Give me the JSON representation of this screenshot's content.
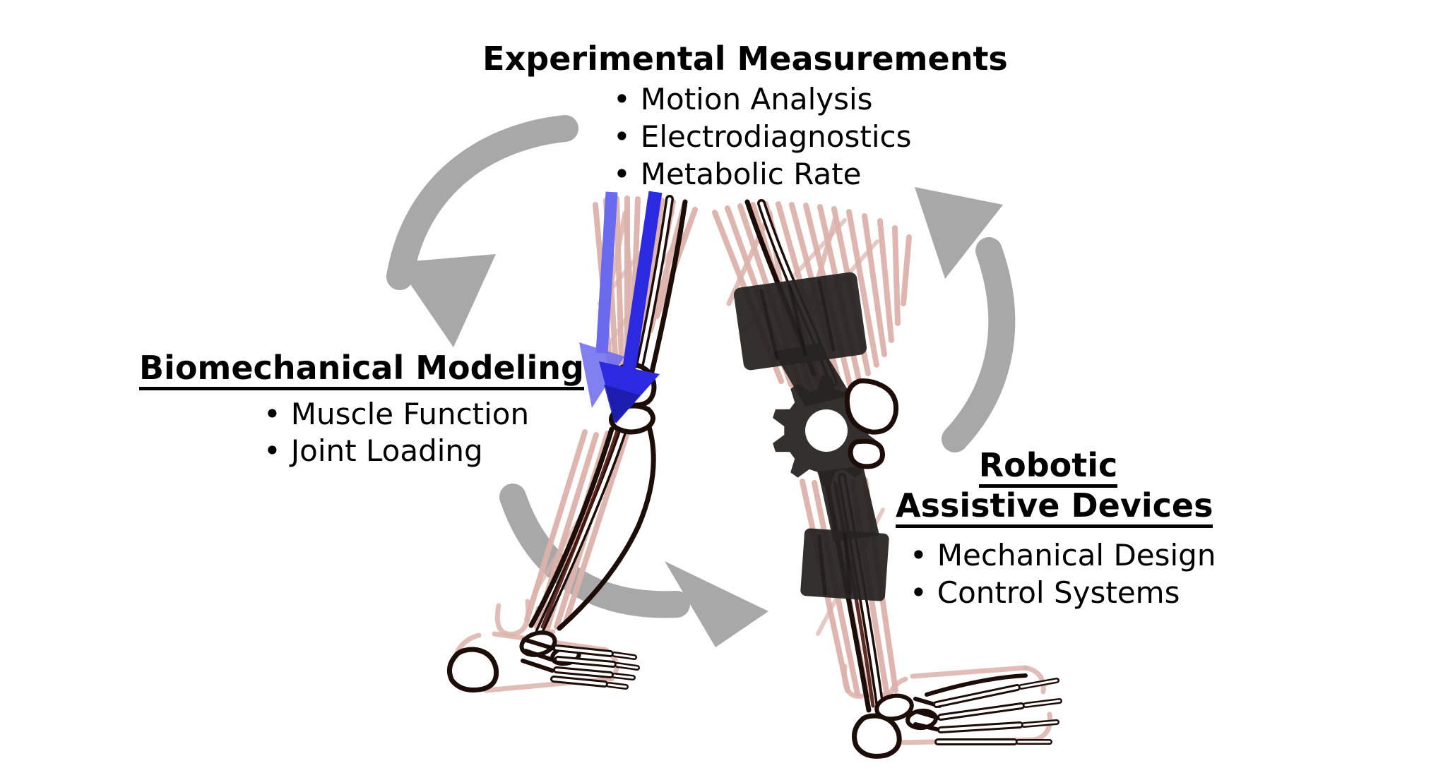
{
  "bullet_glyph": "•",
  "top": {
    "title": "Experimental Measurements",
    "items": [
      "Motion Analysis",
      "Electrodiagnostics",
      "Metabolic Rate"
    ]
  },
  "left": {
    "title": "Biomechanical Modeling",
    "items": [
      "Muscle Function",
      "Joint Loading"
    ]
  },
  "right": {
    "title_line1": "Robotic",
    "title_line2": "Assistive Devices",
    "items": [
      "Mechanical Design",
      "Control Systems"
    ]
  },
  "colors": {
    "background": "#ffffff",
    "text": "#000000",
    "arrow-gray": "#a8a8a8",
    "muscle-pink": "#dcb2ab",
    "ink": "#1c0d08",
    "maroon": "#4a150e",
    "exo-dark": "#262321",
    "blue-light": "#6a6aef",
    "blue-dark": "#2b2ae0",
    "blue-deep": "#1b1ba8",
    "bone-fill": "#ffffff"
  },
  "icons": {
    "cycle_arrow_top_left": "curved-arrow-icon",
    "cycle_arrow_bottom": "curved-arrow-icon",
    "cycle_arrow_right": "curved-arrow-icon",
    "knee_gear": "gear-icon",
    "force_vectors": "blue-force-arrow-icons"
  },
  "artwork": {
    "description": "Walking human legs drawn as skeleton bones with pink muscle fibers; the trailing leg wears a robotic exoskeleton (two dark cuffs and a knee gear); blue force-vector arrows point into the leading knee; three gray curved arrows form a cycle between the three text blocks."
  }
}
